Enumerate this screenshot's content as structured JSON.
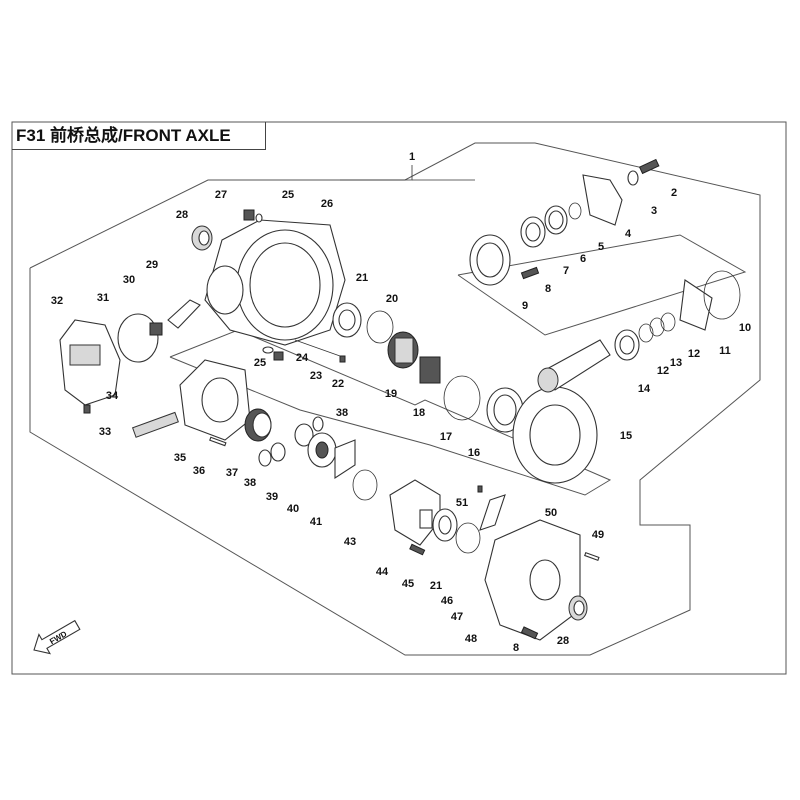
{
  "header": {
    "title": "F31 前桥总成/FRONT AXLE"
  },
  "fwd_label": "FWD",
  "callouts": [
    "1",
    "2",
    "3",
    "4",
    "5",
    "6",
    "7",
    "8",
    "9",
    "10",
    "11",
    "12",
    "13",
    "12",
    "14",
    "15",
    "16",
    "17",
    "18",
    "19",
    "20",
    "21",
    "22",
    "23",
    "24",
    "25",
    "25",
    "26",
    "27",
    "28",
    "29",
    "30",
    "31",
    "32",
    "33",
    "34",
    "35",
    "36",
    "37",
    "38",
    "38",
    "39",
    "40",
    "41",
    "43",
    "44",
    "45",
    "21",
    "46",
    "47",
    "48",
    "8",
    "28",
    "49",
    "50",
    "51"
  ]
}
